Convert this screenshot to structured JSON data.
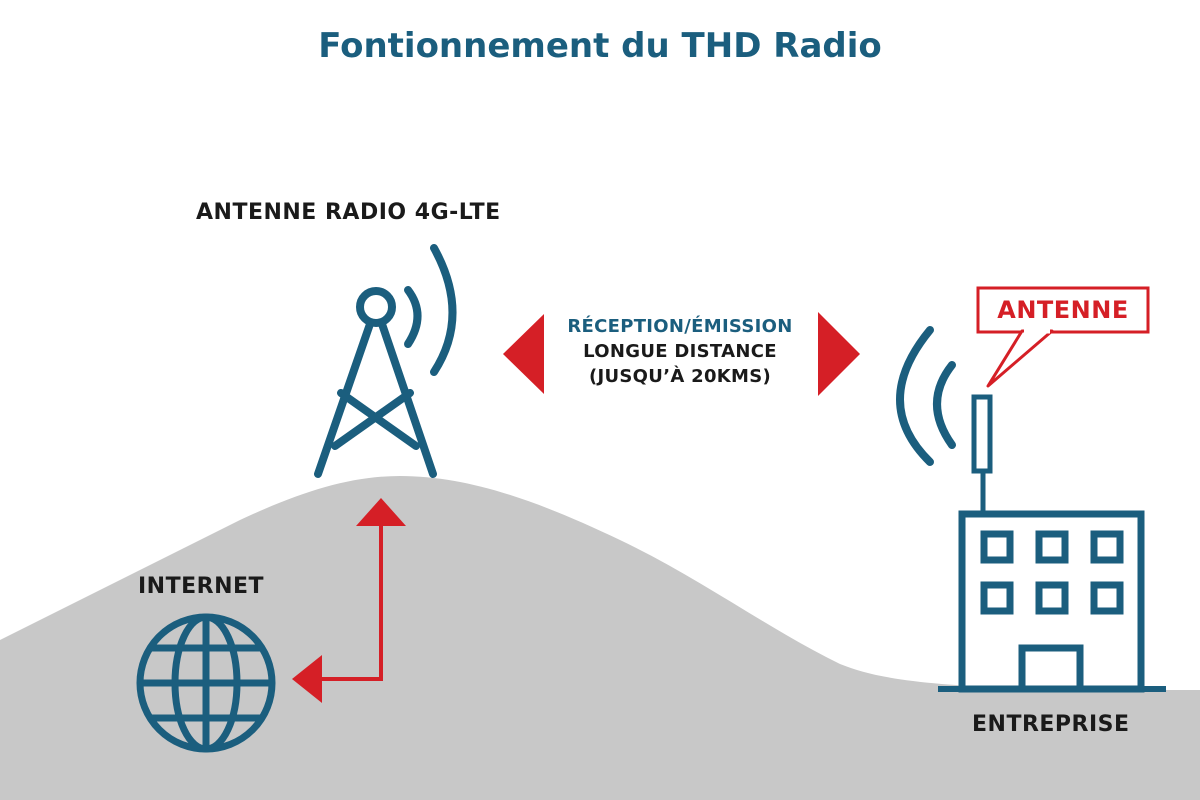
{
  "title": "Fontionnement du THD Radio",
  "tower": {
    "label": "ANTENNE RADIO 4G-LTE"
  },
  "internet": {
    "label": "INTERNET"
  },
  "company": {
    "label": "ENTREPRISE"
  },
  "link": {
    "line1": "RÉCEPTION/ÉMISSION",
    "line2": "LONGUE DISTANCE",
    "line3": "(JUSQU’À 20KMS)"
  },
  "callout": {
    "label": "ANTENNE"
  },
  "icons": [
    "radio-tower-icon",
    "globe-icon",
    "office-building-icon",
    "rooftop-antenna-icon",
    "signal-waves-icon"
  ],
  "colors": {
    "primary": "#1b5e7e",
    "accent": "#d51f26",
    "ground": "#c8c8c8",
    "text": "#1a1a1a"
  }
}
